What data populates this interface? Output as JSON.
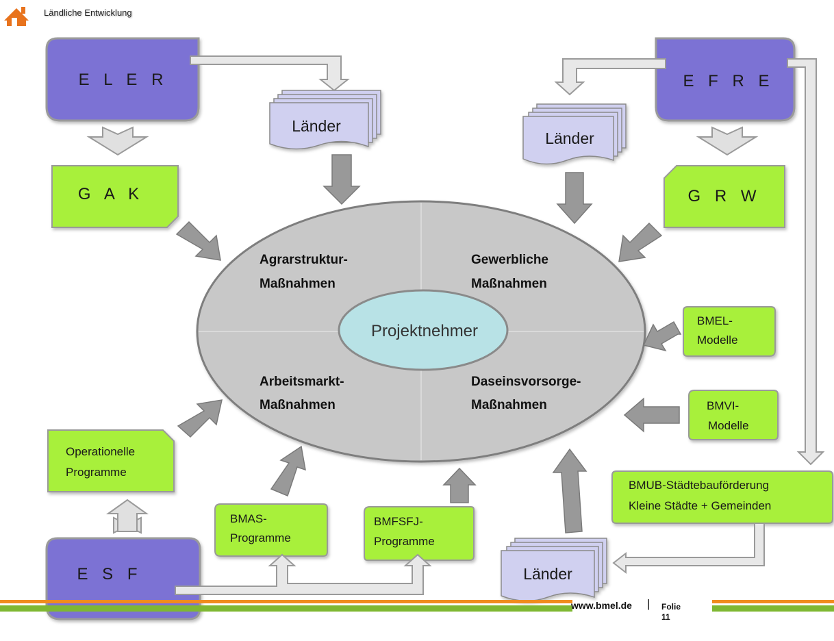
{
  "header": {
    "title": "Ländliche Entwicklung"
  },
  "boxes": {
    "eler": "E L E R",
    "efre": "E F R E",
    "esf": "E S F",
    "gak": "G A K",
    "grw": "G R W",
    "lander_left": "Länder",
    "lander_right": "Länder",
    "lander_bottom": "Länder",
    "op_line1": "Operationelle",
    "op_line2": "Programme",
    "bmas_line1": "BMAS-",
    "bmas_line2": "Programme",
    "bmfsfj_line1": "BMFSFJ-",
    "bmfsfj_line2": "Programme",
    "bmel_line1": "BMEL-",
    "bmel_line2": "Modelle",
    "bmvi_line1": "BMVI-",
    "bmvi_line2": "Modelle",
    "bmub_line1": "BMUB-Städtebauförderung",
    "bmub_line2": "Kleine Städte + Gemeinden"
  },
  "ellipse": {
    "center": "Projektnehmer",
    "q1_line1": "Agrarstruktur-",
    "q1_line2": "Maßnahmen",
    "q2_line1": "Gewerbliche",
    "q2_line2": "Maßnahmen",
    "q3_line1": "Arbeitsmarkt-",
    "q3_line2": "Maßnahmen",
    "q4_line1": "Daseinsvorsorge-",
    "q4_line2": "Maßnahmen"
  },
  "footer": {
    "url": "www.bmel.de",
    "separator": "|",
    "folie": "Folie",
    "page": "11"
  },
  "colors": {
    "fund_box": "#7b72d4",
    "green_box": "#a8f03a",
    "lander_box": "#d0d0f0",
    "ellipse": "#c8c8c8",
    "center_ellipse": "#b8e2e6",
    "arrow_dark": "#999999",
    "arrow_light": "#dcdcdc",
    "footer_green": "#7fb832",
    "footer_orange": "#f08c1e"
  }
}
